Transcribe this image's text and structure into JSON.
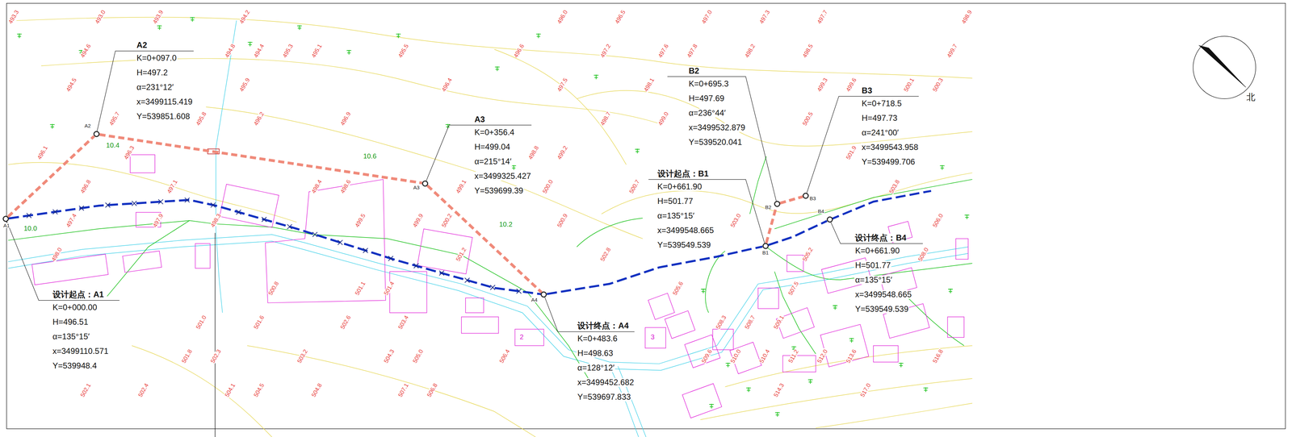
{
  "diagram": {
    "nodes": [
      {
        "text": [
          "A1"
        ]
      },
      {
        "text": [
          "A2"
        ]
      },
      {
        "text": [
          "A3"
        ]
      },
      {
        "text": [
          "A4"
        ]
      },
      {
        "text": [
          "B1"
        ]
      },
      {
        "text": [
          "B2"
        ]
      },
      {
        "text": [
          "B3"
        ]
      },
      {
        "text": [
          "B4"
        ]
      }
    ],
    "edges": [
      {
        "from": 0,
        "to": 1,
        "arrow": "none"
      },
      {
        "from": 1,
        "to": 2,
        "arrow": "none"
      },
      {
        "from": 2,
        "to": 3,
        "arrow": "none"
      },
      {
        "from": 0,
        "to": 3,
        "arrow": "none"
      },
      {
        "from": 3,
        "to": 4,
        "arrow": "none"
      },
      {
        "from": 4,
        "to": 5,
        "arrow": "none"
      },
      {
        "from": 5,
        "to": 6,
        "arrow": "none"
      },
      {
        "from": 4,
        "to": 7,
        "arrow": "none"
      }
    ],
    "labels": [
      "A2",
      "K=0+097.0",
      "H=497.2",
      "α=231°12′",
      "x=3499115.419",
      "Y=539851.608",
      "A3",
      "K=0+356.4",
      "H=499.04",
      "α=215°14′",
      "x=3499325.427",
      "Y=539699.39",
      "B2",
      "K=0+695.3",
      "H=497.69",
      "α=236°44′",
      "x=3499532.879",
      "Y=539520.041",
      "B3",
      "K=0+718.5",
      "H=497.73",
      "α=241°00′",
      "x=3499543.958",
      "Y=539499.706",
      "设计起点：B1",
      "K=0+661.90",
      "H=501.77",
      "α=135°15′",
      "x=3499548.665",
      "Y=539549.539",
      "设计终点：B4",
      "K=0+661.90",
      "H=501.77",
      "α=135°15′",
      "x=3499548.665",
      "Y=539549.539",
      "设计起点：A1",
      "K=0+000.00",
      "H=496.51",
      "α=135°15′",
      "x=3499110.571",
      "Y=539948.4",
      "设计终点：A4",
      "K=0+483.6",
      "H=498.63",
      "α=128°12′",
      "x=3499452.682",
      "Y=539697.833",
      "10.4",
      "10.6",
      "10.2",
      "10.0",
      "2",
      "3",
      "北",
      "493.3",
      "493.0",
      "493.9",
      "494.6",
      "494.2",
      "494.5",
      "494.8",
      "494.4",
      "495.3",
      "495.1",
      "495.7",
      "495.9",
      "496.1",
      "495.5",
      "495.8",
      "496.0",
      "496.3",
      "496.2",
      "496.5",
      "496.6",
      "496.8",
      "496.4",
      "496.9",
      "497.0",
      "497.2",
      "497.1",
      "497.4",
      "497.3",
      "497.6",
      "497.5",
      "497.8",
      "497.7",
      "497.9",
      "498.0",
      "498.2",
      "498.1",
      "498.4",
      "498.3",
      "498.6",
      "498.5",
      "498.7",
      "498.9",
      "498.8",
      "499.0",
      "499.2",
      "499.1",
      "499.5",
      "499.3",
      "499.7",
      "499.6",
      "499.9",
      "500.0",
      "500.2",
      "500.1",
      "500.5",
      "500.3",
      "500.8",
      "500.7",
      "501.0",
      "500.9",
      "501.2",
      "501.1",
      "501.6",
      "501.4",
      "501.9",
      "501.8",
      "502.1",
      "502.3",
      "502.6",
      "502.4",
      "502.8",
      "503.0",
      "503.4",
      "503.2",
      "503.8",
      "504.1",
      "504.5",
      "504.3",
      "505.0",
      "504.8",
      "505.6",
      "505.2",
      "506.0",
      "506.4",
      "507.1",
      "506.8",
      "507.5",
      "508.0",
      "508.3",
      "508.7",
      "509.1",
      "509.6",
      "510.0",
      "510.4",
      "511.2",
      "512.0",
      "513.6",
      "514.3",
      "516.8",
      "517.0"
    ]
  }
}
